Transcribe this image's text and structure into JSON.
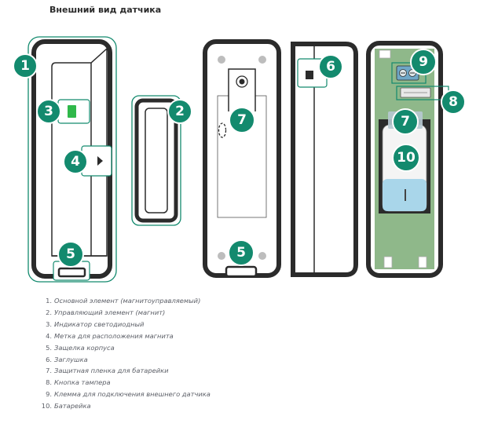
{
  "heading": "Внешний вид датчика",
  "badges": {
    "b1": "1",
    "b2": "2",
    "b3": "3",
    "b4": "4",
    "b5a": "5",
    "b5b": "5",
    "b6": "6",
    "b7a": "7",
    "b7b": "7",
    "b8": "8",
    "b9": "9",
    "b10": "10"
  },
  "legend": [
    {
      "num": "1.",
      "text": "Основной элемент (магнитоуправляемый)"
    },
    {
      "num": "2.",
      "text": "Управляющий элемент (магнит)"
    },
    {
      "num": "3.",
      "text": "Индикатор светодиодный"
    },
    {
      "num": "4.",
      "text": "Метка для расположения магнита"
    },
    {
      "num": "5.",
      "text": "Защелка корпуса"
    },
    {
      "num": "6.",
      "text": "Заглушка"
    },
    {
      "num": "7.",
      "text": "Защитная пленка для батарейки"
    },
    {
      "num": "8.",
      "text": "Кнопка тампера"
    },
    {
      "num": "9.",
      "text": "Клемма для подключения внешнего датчика"
    },
    {
      "num": "10.",
      "text": "Батарейка"
    }
  ],
  "colors": {
    "accent": "#138a6e",
    "outline": "#2b2b2b",
    "board": "#8fb88a",
    "battery_label": "#a9d6ea",
    "led": "#2fb84a"
  }
}
